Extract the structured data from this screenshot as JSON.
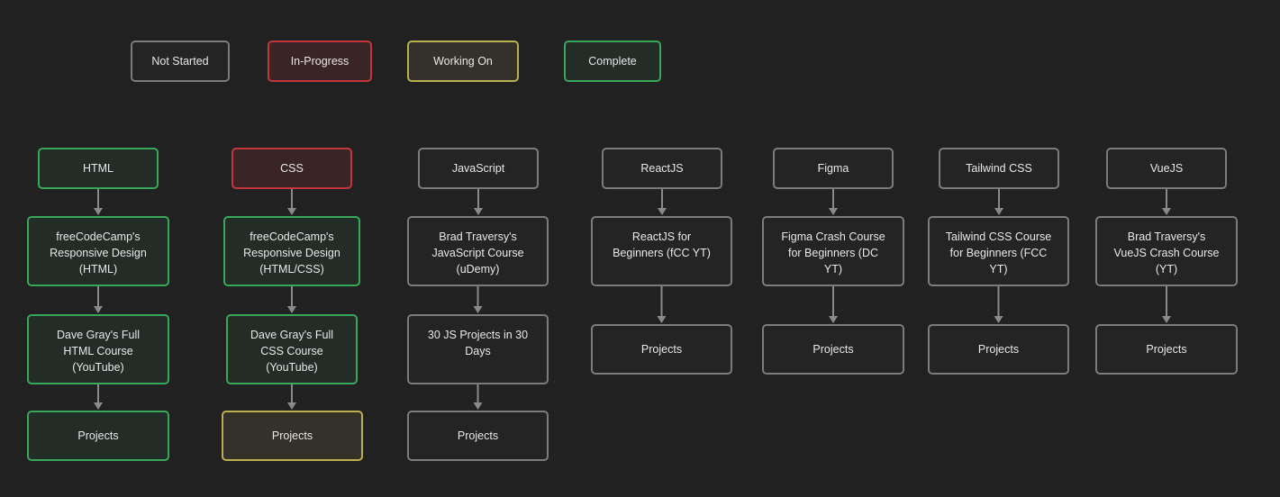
{
  "statuses": {
    "not_started": {
      "label": "Not Started",
      "color": "#7c7c7c"
    },
    "in_progress": {
      "label": "In-Progress",
      "color": "#c2373b"
    },
    "working_on": {
      "label": "Working On",
      "color": "#b9b14f"
    },
    "complete": {
      "label": "Complete",
      "color": "#37a85a"
    }
  },
  "legend": [
    "not_started",
    "in_progress",
    "working_on",
    "complete"
  ],
  "tracks": [
    {
      "id": "html",
      "steps": [
        {
          "label": "HTML",
          "status": "complete"
        },
        {
          "label": "freeCodeCamp's\nResponsive Design\n(HTML)",
          "status": "complete"
        },
        {
          "label": "Dave Gray's Full\nHTML Course\n(YouTube)",
          "status": "complete"
        },
        {
          "label": "Projects",
          "status": "complete"
        }
      ]
    },
    {
      "id": "css",
      "steps": [
        {
          "label": "CSS",
          "status": "in_progress"
        },
        {
          "label": "freeCodeCamp's\nResponsive Design\n(HTML/CSS)",
          "status": "complete"
        },
        {
          "label": "Dave Gray's Full\nCSS Course\n(YouTube)",
          "status": "complete"
        },
        {
          "label": "Projects",
          "status": "working_on"
        }
      ]
    },
    {
      "id": "javascript",
      "steps": [
        {
          "label": "JavaScript",
          "status": "not_started"
        },
        {
          "label": "Brad Traversy's\nJavaScript Course\n(uDemy)",
          "status": "not_started"
        },
        {
          "label": "30 JS Projects in 30\nDays",
          "status": "not_started"
        },
        {
          "label": "Projects",
          "status": "not_started"
        }
      ]
    },
    {
      "id": "reactjs",
      "steps": [
        {
          "label": "ReactJS",
          "status": "not_started"
        },
        {
          "label": "ReactJS for\nBeginners (fCC YT)",
          "status": "not_started"
        },
        {
          "label": "Projects",
          "status": "not_started"
        }
      ]
    },
    {
      "id": "figma",
      "steps": [
        {
          "label": "Figma",
          "status": "not_started"
        },
        {
          "label": "Figma Crash Course\nfor Beginners (DC\nYT)",
          "status": "not_started"
        },
        {
          "label": "Projects",
          "status": "not_started"
        }
      ]
    },
    {
      "id": "tailwind-css",
      "steps": [
        {
          "label": "Tailwind CSS",
          "status": "not_started"
        },
        {
          "label": "Tailwind CSS Course\nfor Beginners (FCC\nYT)",
          "status": "not_started"
        },
        {
          "label": "Projects",
          "status": "not_started"
        }
      ]
    },
    {
      "id": "vuejs",
      "steps": [
        {
          "label": "VueJS",
          "status": "not_started"
        },
        {
          "label": "Brad Traversy's\nVueJS Crash Course\n(YT)",
          "status": "not_started"
        },
        {
          "label": "Projects",
          "status": "not_started"
        }
      ]
    }
  ]
}
